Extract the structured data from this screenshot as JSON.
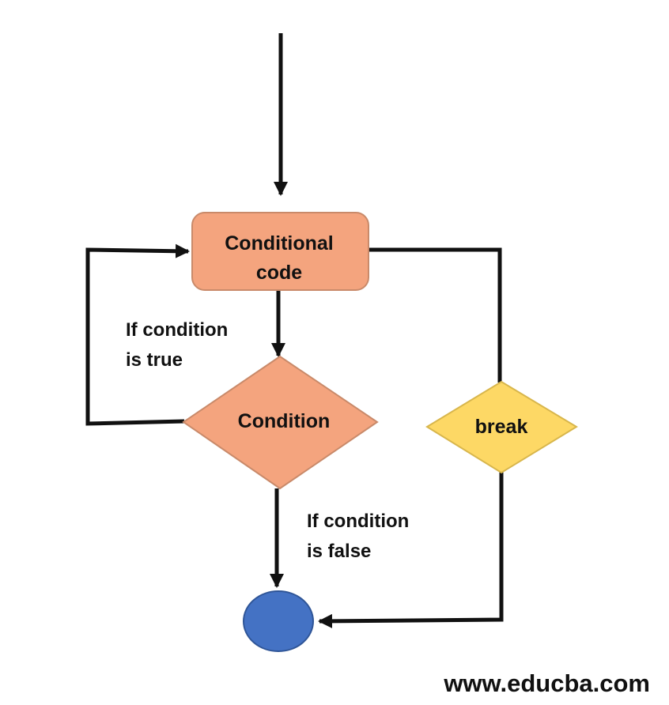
{
  "diagram": {
    "nodes": {
      "conditional_code": {
        "line1": "Conditional",
        "line2": "code",
        "color": "#f4a47e"
      },
      "condition": {
        "label": "Condition",
        "color": "#f4a47e"
      },
      "break": {
        "label": "break",
        "color": "#fdd865"
      },
      "end": {
        "color": "#4472c4"
      }
    },
    "labels": {
      "true_branch": {
        "line1": "If condition",
        "line2": "is true"
      },
      "false_branch": {
        "line1": "If condition",
        "line2": "is false"
      }
    },
    "watermark": "www.educba.com",
    "colors": {
      "line": "#111111",
      "node_stroke_orange": "#c98a6a",
      "node_stroke_yellow": "#d8b64c",
      "node_stroke_blue": "#2f5597"
    }
  }
}
